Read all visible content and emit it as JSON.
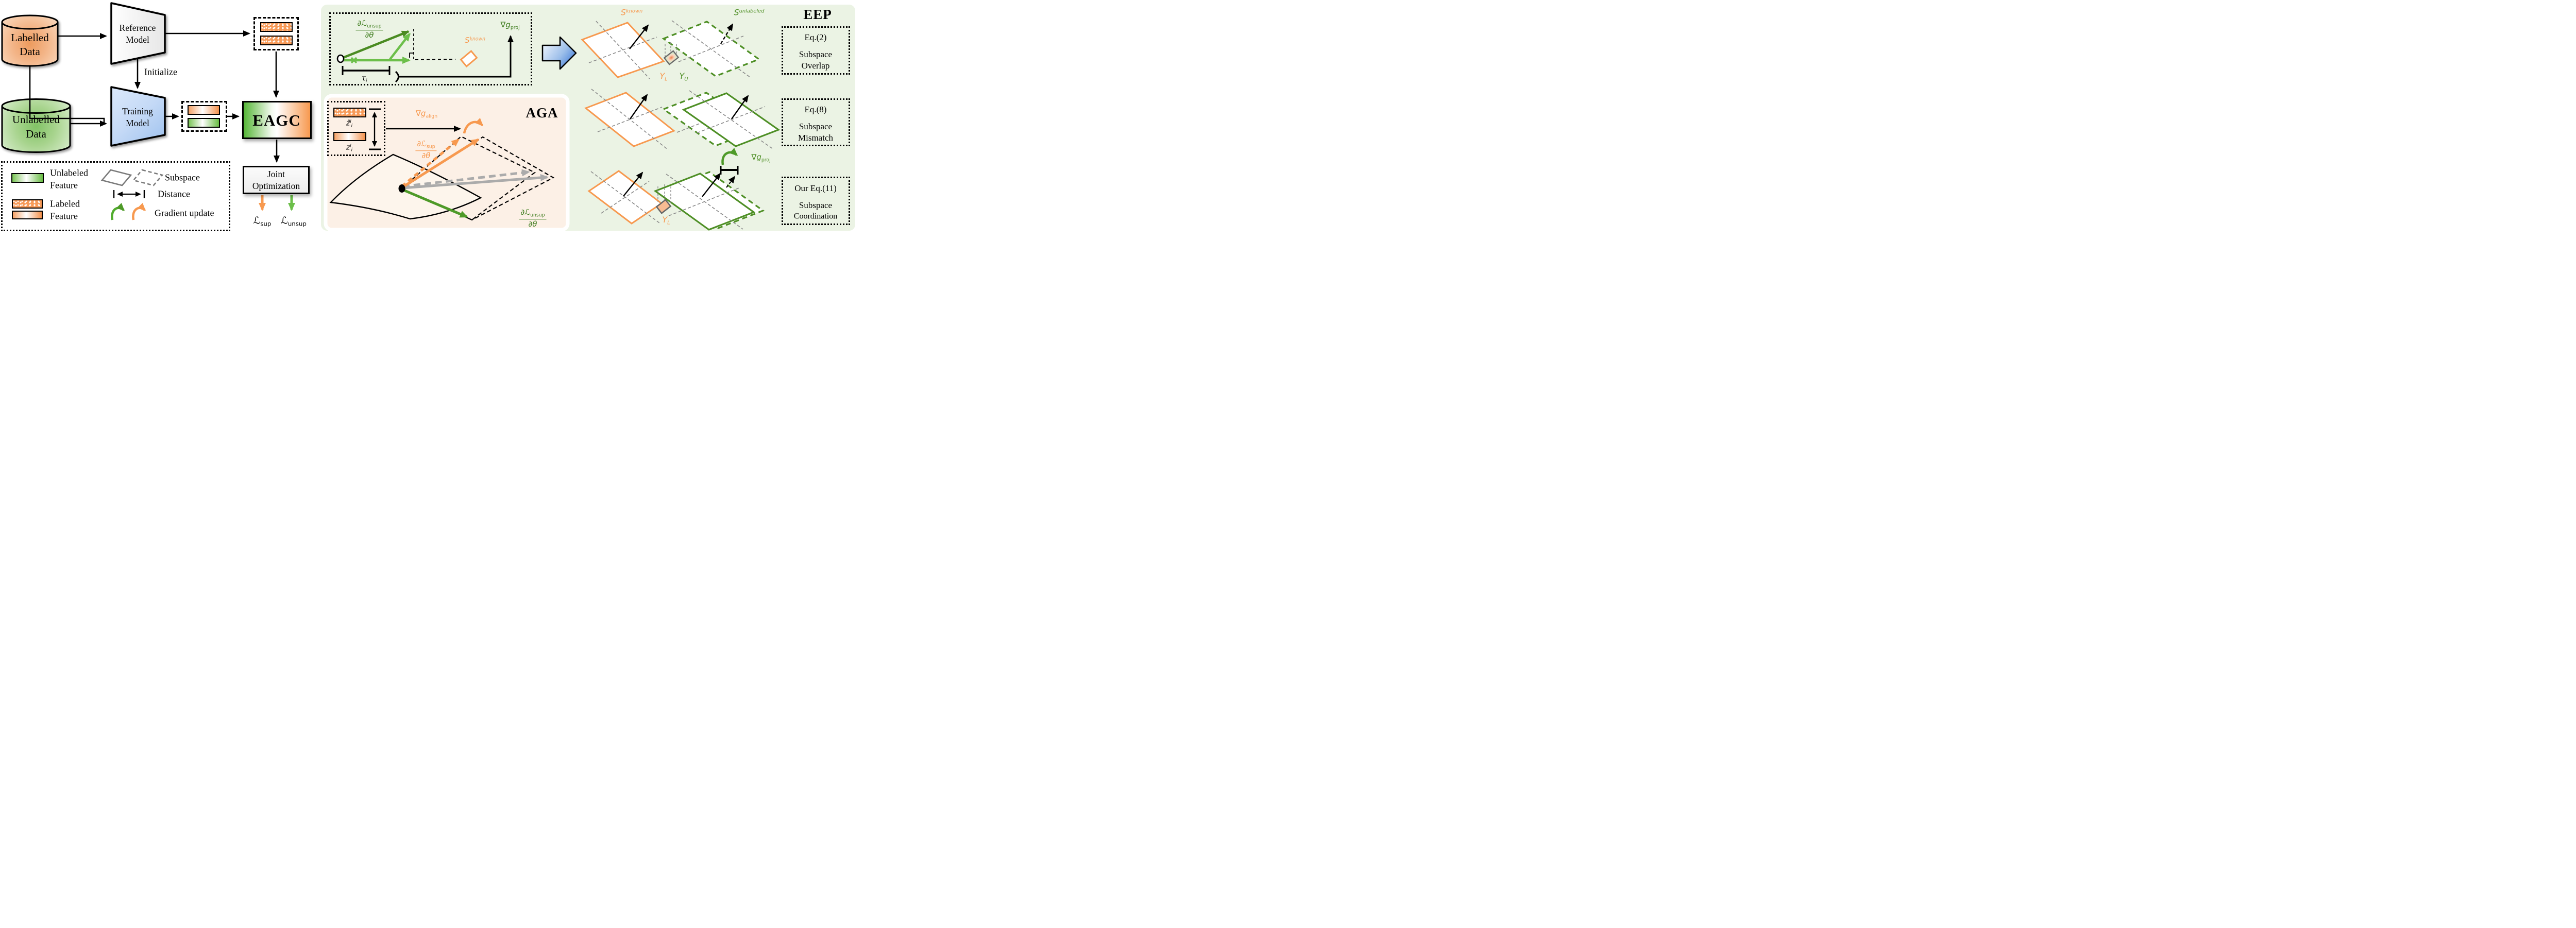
{
  "colors": {
    "accent_orange": "#F7994F",
    "accent_green_light": "#6CBF4A",
    "accent_green_dark": "#4A8B22",
    "panel_green_bg": "#EBF3E4",
    "panel_peach_bg": "#FCF0E6",
    "blue_arrow": "#2F6FD6",
    "subspace_gray": "#7A7A7A"
  },
  "flowchart": {
    "labelled": [
      "Labelled",
      "Data"
    ],
    "unlabelled": [
      "Unlabelled",
      "Data"
    ],
    "reference": [
      "Reference",
      "Model"
    ],
    "training": [
      "Training",
      "Model"
    ],
    "initialize": "Initialize",
    "eagc": "EAGC",
    "joint": [
      "Joint",
      "Optimization"
    ],
    "loss_sup": {
      "l": "ℒ",
      "sub": "sup"
    },
    "loss_unsup": {
      "l": "ℒ",
      "sub": "unsup"
    }
  },
  "legend": {
    "unlabeled_feature": [
      "Unlabeled",
      "Feature"
    ],
    "labeled_feature": [
      "Labeled",
      "Feature"
    ],
    "subspace": "Subspace",
    "distance": "Distance",
    "gradient_update": "Gradient update"
  },
  "proj": {
    "frac": {
      "num": "∂ℒ",
      "num_sub": "unsup",
      "den": "∂θ"
    },
    "s_known": {
      "s": "S",
      "sup": "known"
    },
    "g_proj": {
      "g": "∇g",
      "sub": "proj"
    },
    "tau": {
      "t": "τ",
      "sub": "i"
    }
  },
  "aga": {
    "title": "AGA",
    "zhat": {
      "z": "ẑ",
      "sup": "l",
      "sub": "i"
    },
    "z": {
      "z": "z",
      "sup": "l",
      "sub": "i"
    },
    "g_align": {
      "g": "∇g",
      "sub": "align"
    },
    "frac_sup": {
      "num": "∂ℒ",
      "num_sub": "sup",
      "den": "∂θ"
    },
    "frac_unsup": {
      "num": "∂ℒ",
      "num_sub": "unsup",
      "den": "∂θ"
    }
  },
  "eep": {
    "title": "EEP",
    "s_known": {
      "s": "S",
      "sup": "known"
    },
    "s_unlabeled": {
      "s": "S",
      "sup": "unlabeled"
    },
    "y_l": {
      "y": "Y",
      "sub": "L"
    },
    "y_u": {
      "y": "Y",
      "sub": "U"
    },
    "g_proj": {
      "g": "∇g",
      "sub": "proj"
    },
    "y_l_row3": {
      "y": "Y",
      "sub": "L"
    },
    "eq2": {
      "eq": "Eq.(2)",
      "l1": "Subspace",
      "l2": "Overlap"
    },
    "eq8": {
      "eq": "Eq.(8)",
      "l1": "Subspace",
      "l2": "Mismatch"
    },
    "eq11": {
      "eq": "Our Eq.(11)",
      "l1": "Subspace",
      "l2": "Coordination"
    }
  }
}
